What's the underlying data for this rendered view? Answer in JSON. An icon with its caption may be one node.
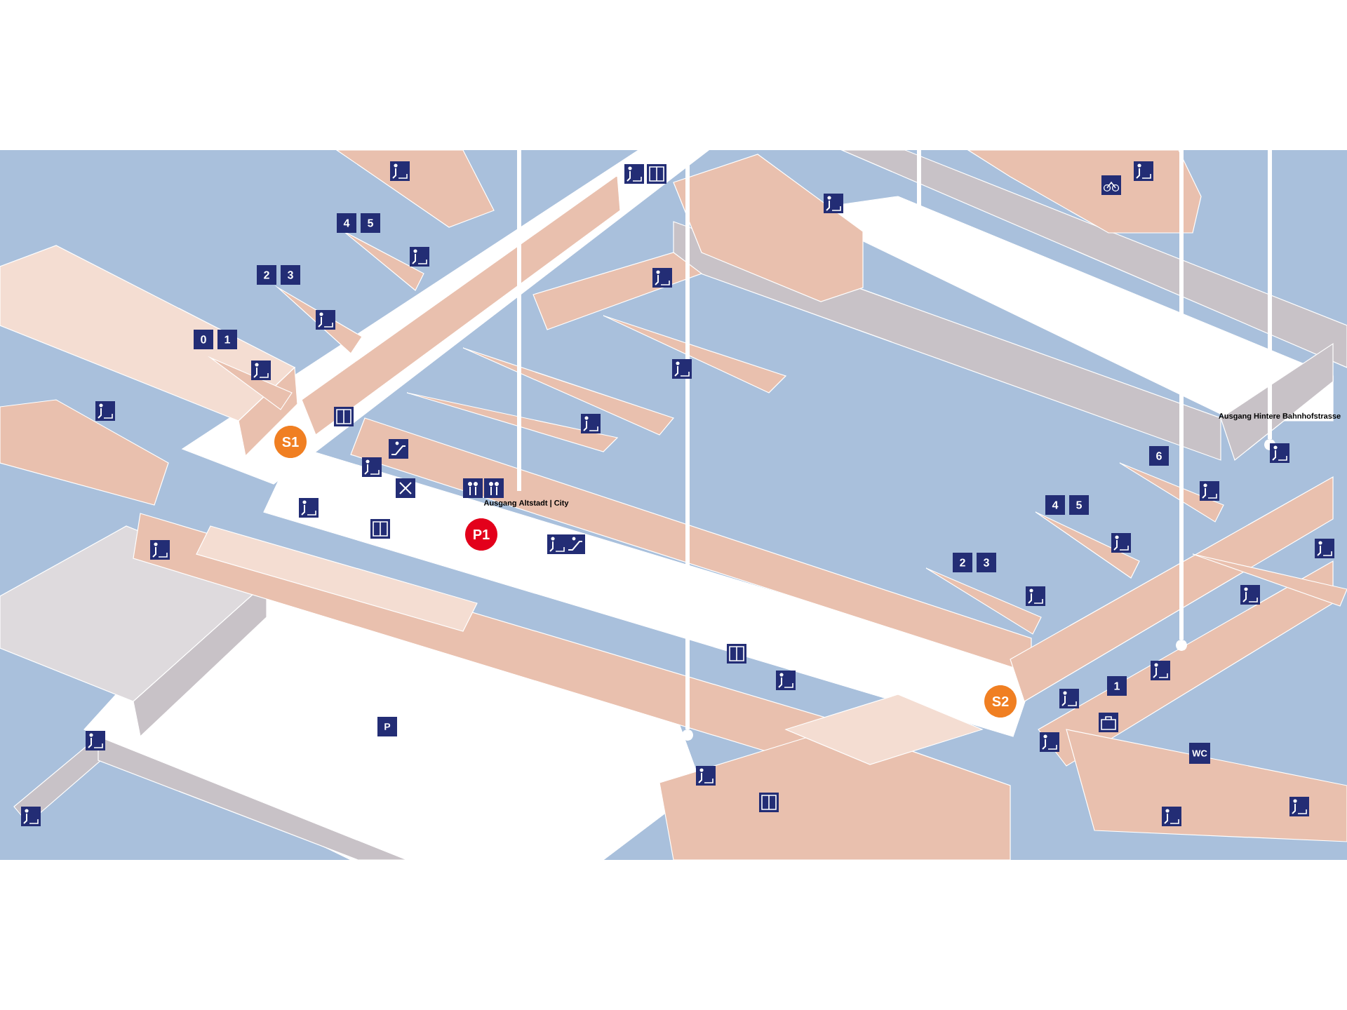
{
  "diagram": {
    "nodes": [
      {
        "text": [
          "S1"
        ]
      },
      {
        "text": [
          "P1"
        ]
      },
      {
        "text": [
          "S2"
        ]
      }
    ],
    "labels": [
      "4",
      "5",
      "2",
      "3",
      "0",
      "1",
      "Ausgang Hintere Bahnhofstrasse",
      "6",
      "Ausgang Altstadt | City",
      "4",
      "5",
      "2",
      "3",
      "1",
      "P",
      "WC"
    ]
  }
}
